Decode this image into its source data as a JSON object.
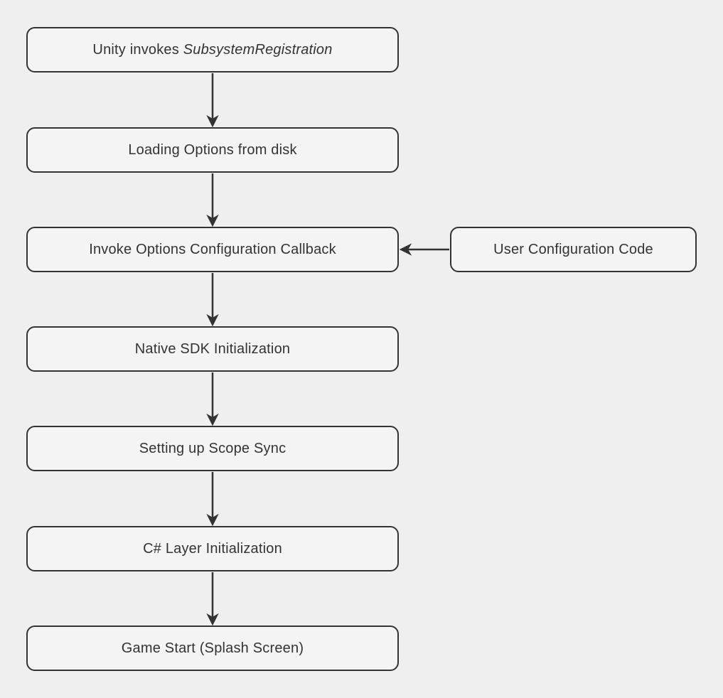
{
  "diagram": {
    "type": "flowchart",
    "direction": "top-down",
    "colors": {
      "background": "#efefef",
      "node_fill": "#f4f4f4",
      "node_border": "#333333",
      "arrow": "#333333",
      "text": "#333333"
    },
    "nodes": {
      "subsystem_registration": {
        "prefix": "Unity invokes ",
        "italic": "SubsystemRegistration"
      },
      "loading_options": {
        "label": "Loading Options from disk"
      },
      "invoke_callback": {
        "label": "Invoke Options Configuration Callback"
      },
      "user_config": {
        "label": "User Configuration Code"
      },
      "native_sdk": {
        "label": "Native SDK Initialization"
      },
      "scope_sync": {
        "label": "Setting up Scope Sync"
      },
      "csharp_layer": {
        "label": "C# Layer Initialization"
      },
      "game_start": {
        "label": "Game Start (Splash Screen)"
      }
    },
    "edges": [
      {
        "from": "subsystem_registration",
        "to": "loading_options"
      },
      {
        "from": "loading_options",
        "to": "invoke_callback"
      },
      {
        "from": "user_config",
        "to": "invoke_callback"
      },
      {
        "from": "invoke_callback",
        "to": "native_sdk"
      },
      {
        "from": "native_sdk",
        "to": "scope_sync"
      },
      {
        "from": "scope_sync",
        "to": "csharp_layer"
      },
      {
        "from": "csharp_layer",
        "to": "game_start"
      }
    ]
  }
}
